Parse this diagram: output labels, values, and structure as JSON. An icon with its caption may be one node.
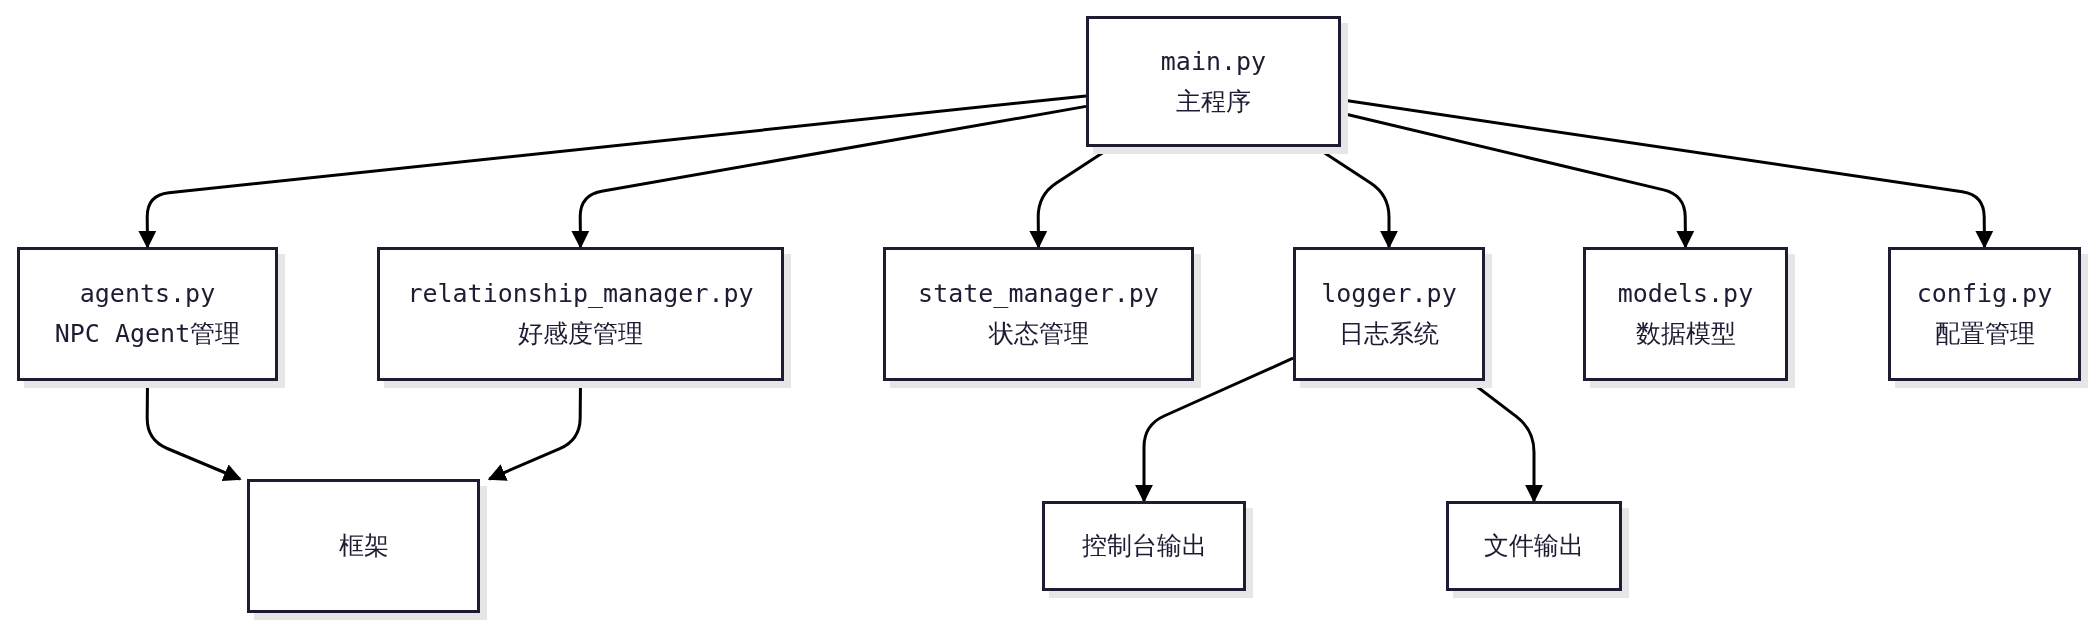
{
  "diagram": {
    "nodes": [
      {
        "text": [
          "main.py",
          "主程序"
        ]
      },
      {
        "text": [
          "agents.py",
          "NPC Agent管理"
        ]
      },
      {
        "text": [
          "relationship_manager.py",
          "好感度管理"
        ]
      },
      {
        "text": [
          "state_manager.py",
          "状态管理"
        ]
      },
      {
        "text": [
          "logger.py",
          "日志系统"
        ]
      },
      {
        "text": [
          "models.py",
          "数据模型"
        ]
      },
      {
        "text": [
          "config.py",
          "配置管理"
        ]
      },
      {
        "text": [
          "框架"
        ]
      },
      {
        "text": [
          "控制台输出"
        ]
      },
      {
        "text": [
          "文件输出"
        ]
      }
    ],
    "edges": [
      {
        "from": 0,
        "to": 1,
        "arrow": "to"
      },
      {
        "from": 0,
        "to": 2,
        "arrow": "to"
      },
      {
        "from": 0,
        "to": 3,
        "arrow": "to"
      },
      {
        "from": 0,
        "to": 4,
        "arrow": "to"
      },
      {
        "from": 0,
        "to": 5,
        "arrow": "to"
      },
      {
        "from": 0,
        "to": 6,
        "arrow": "to"
      },
      {
        "from": 1,
        "to": 7,
        "arrow": "to"
      },
      {
        "from": 2,
        "to": 7,
        "arrow": "to"
      },
      {
        "from": 4,
        "to": 8,
        "arrow": "to"
      },
      {
        "from": 4,
        "to": 9,
        "arrow": "to"
      }
    ]
  }
}
